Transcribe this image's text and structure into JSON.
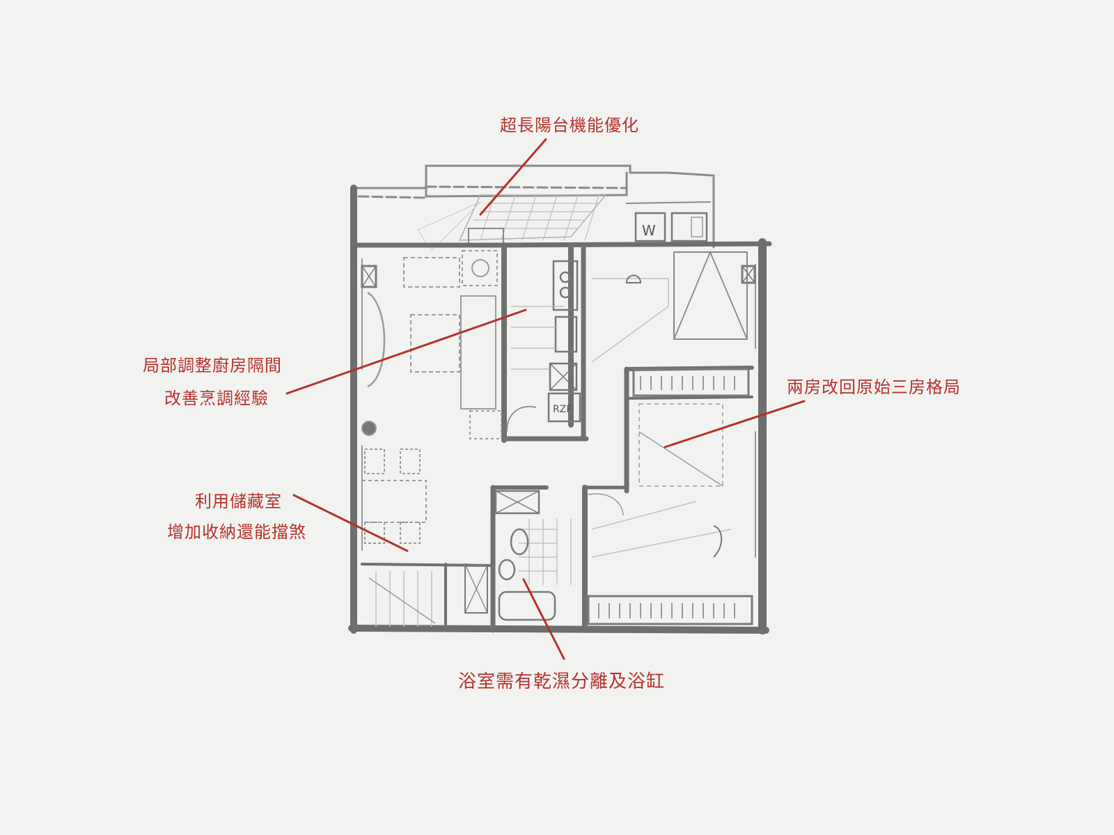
{
  "colors": {
    "background": "#f2f2f1",
    "wall": "#6e6e6e",
    "sketch": "#9a9a9a",
    "annotation": "#b5312c"
  },
  "fixtures": {
    "washer_letter": "W",
    "fridge_text": "RZF"
  },
  "annotations": {
    "balcony": "超長陽台機能優化",
    "kitchen_line1": "局部調整廚房隔間",
    "kitchen_line2": "改善烹調經驗",
    "bedrooms": "兩房改回原始三房格局",
    "storage_line1": "利用儲藏室",
    "storage_line2": "增加收納還能擋煞",
    "bathroom": "浴室需有乾濕分離及浴缸"
  }
}
